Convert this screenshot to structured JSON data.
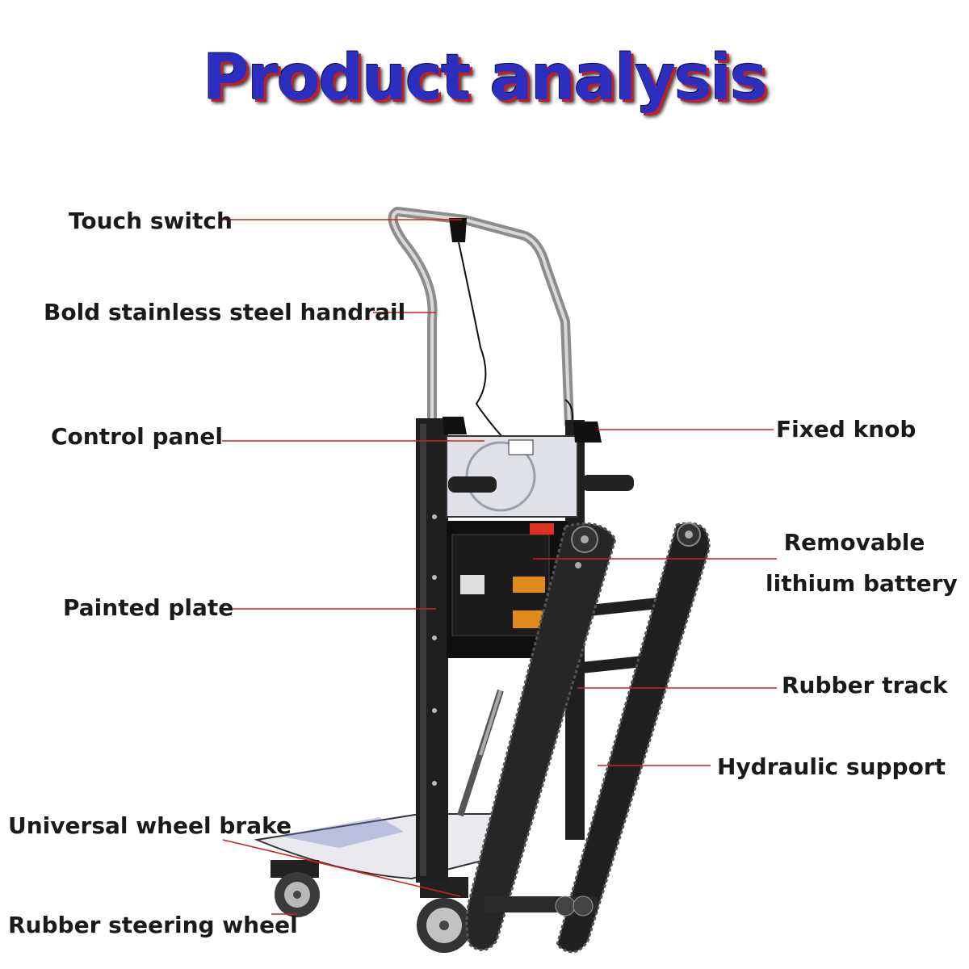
{
  "title": "Product analysis",
  "colors": {
    "title": "#2c2ec0",
    "title_shadow": "#c02020",
    "leader_line": "#d02020",
    "frame": "#1f1f1f"
  },
  "labels": {
    "touch_switch": "Touch switch",
    "handrail": "Bold stainless steel handrail",
    "control_panel": "Control panel",
    "painted_plate": "Painted plate",
    "universal_wheel_brake": "Universal wheel brake",
    "rubber_steering_wheel": "Rubber steering wheel",
    "fixed_knob": "Fixed knob",
    "removable_line1": "Removable",
    "removable_line2": "lithium battery",
    "rubber_track": "Rubber track",
    "hydraulic_support": "Hydraulic support"
  }
}
